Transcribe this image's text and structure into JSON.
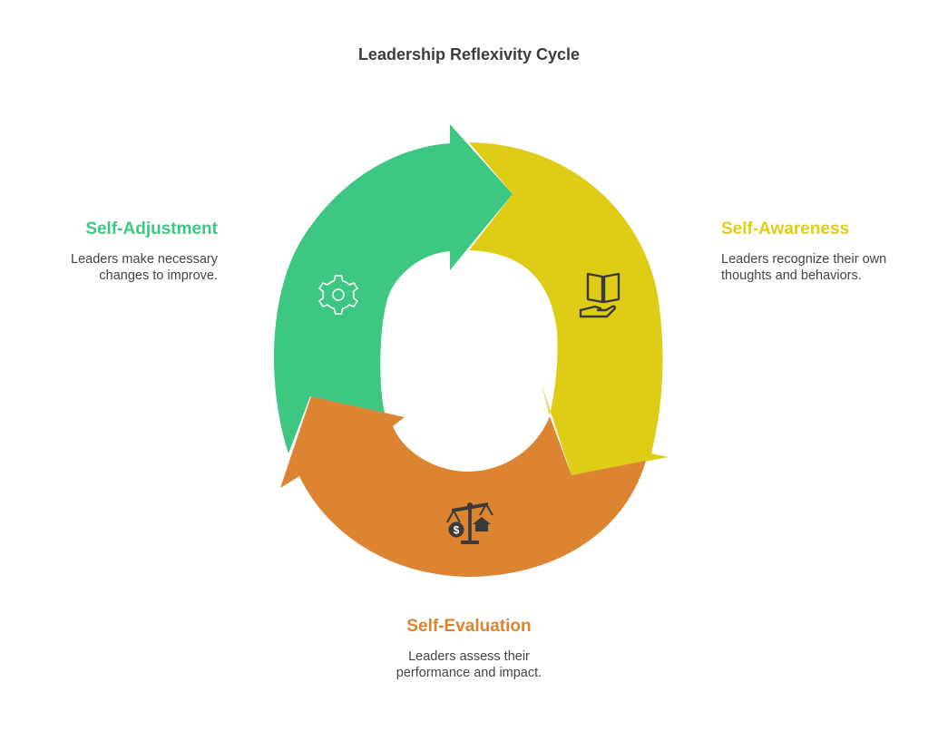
{
  "title": "Leadership Reflexivity Cycle",
  "steps": [
    {
      "title": "Self-Awareness",
      "description": "Leaders recognize their own thoughts and behaviors.",
      "color": "#dfcc17",
      "icon": "open-book-hand-icon"
    },
    {
      "title": "Self-Evaluation",
      "description": "Leaders assess their performance and impact.",
      "color": "#dd8432",
      "icon": "balance-scale-icon"
    },
    {
      "title": "Self-Adjustment",
      "description": "Leaders make necessary changes to improve.",
      "color": "#3ec683",
      "icon": "gear-icon"
    }
  ]
}
